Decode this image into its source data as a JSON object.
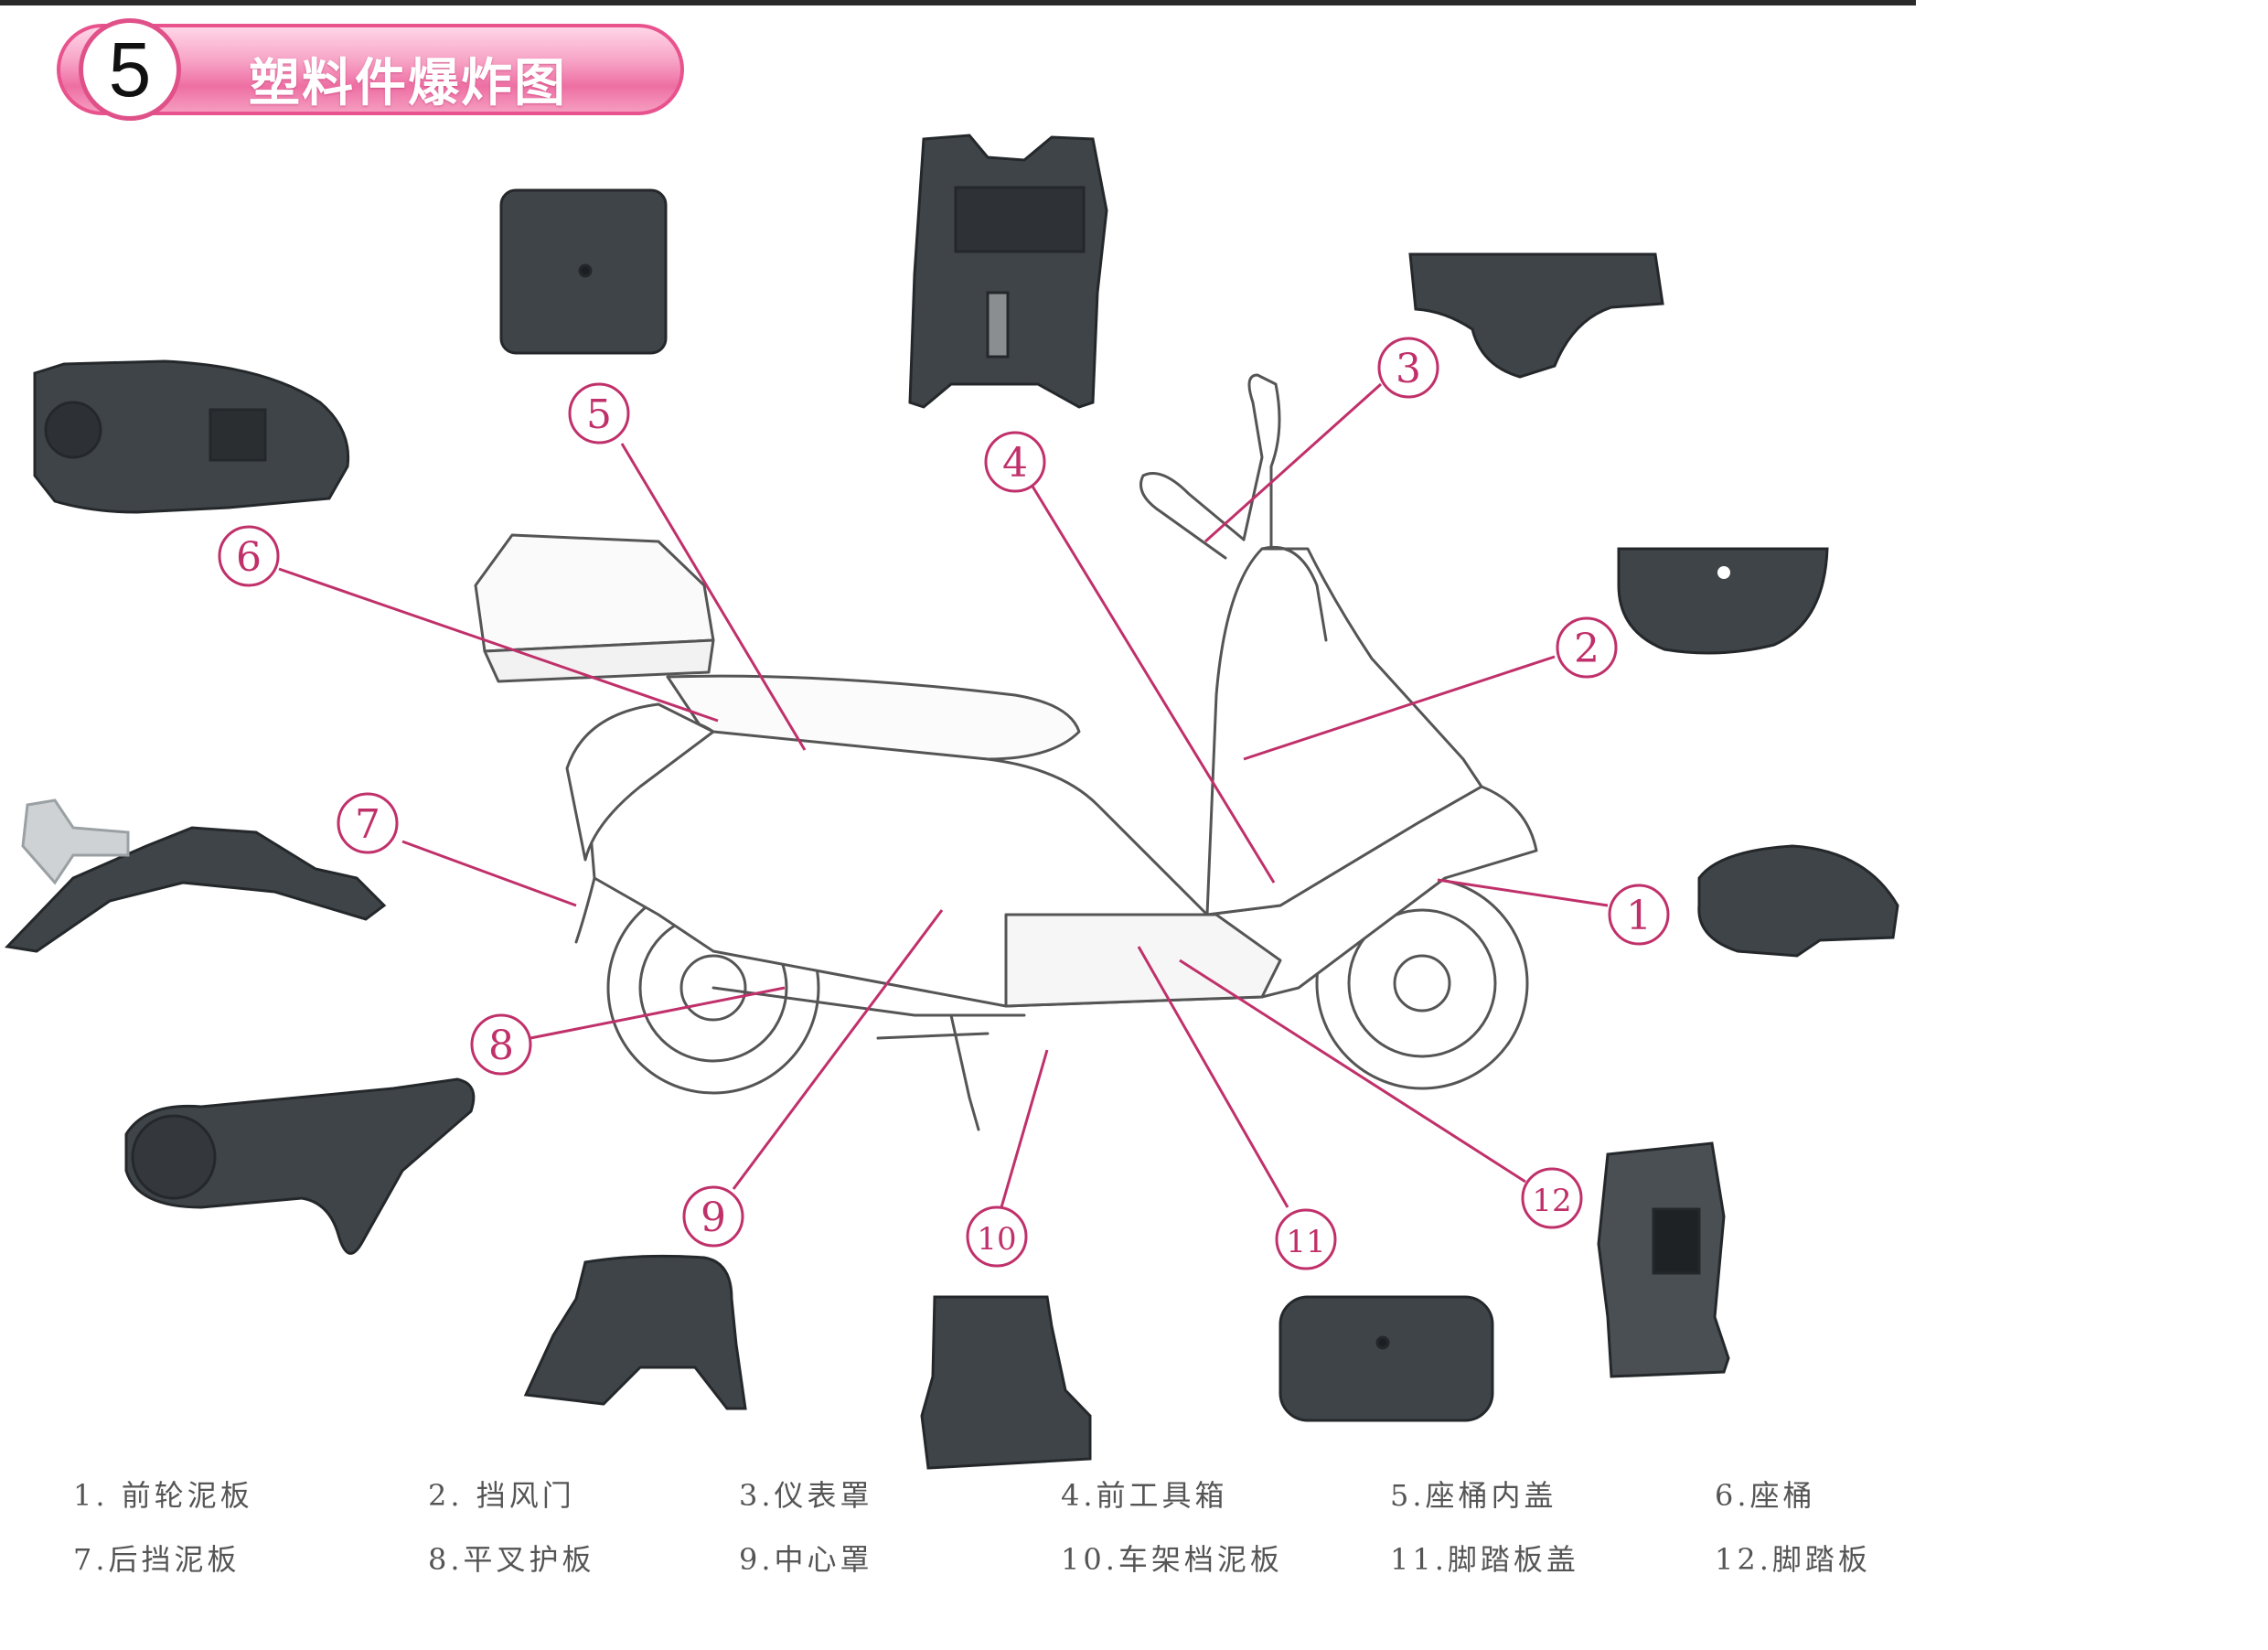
{
  "header": {
    "number": "5",
    "title": "塑料件爆炸图"
  },
  "colors": {
    "accent": "#e8528d",
    "callout_line": "#c0306a",
    "part_fill": "#3f4448",
    "sketch_stroke": "#555555"
  },
  "callouts": [
    "1",
    "2",
    "3",
    "4",
    "5",
    "6",
    "7",
    "8",
    "9",
    "10",
    "11",
    "12"
  ],
  "legend": [
    {
      "label": "1. 前轮泥板"
    },
    {
      "label": "2. 挡风门"
    },
    {
      "label": "3.仪表罩"
    },
    {
      "label": "4.前工具箱"
    },
    {
      "label": "5.座桶内盖"
    },
    {
      "label": "6.座桶"
    },
    {
      "label": "7.后挡泥板"
    },
    {
      "label": "8.平叉护板"
    },
    {
      "label": "9.中心罩"
    },
    {
      "label": "10.车架档泥板"
    },
    {
      "label": "11.脚踏板盖"
    },
    {
      "label": "12.脚踏板"
    }
  ]
}
